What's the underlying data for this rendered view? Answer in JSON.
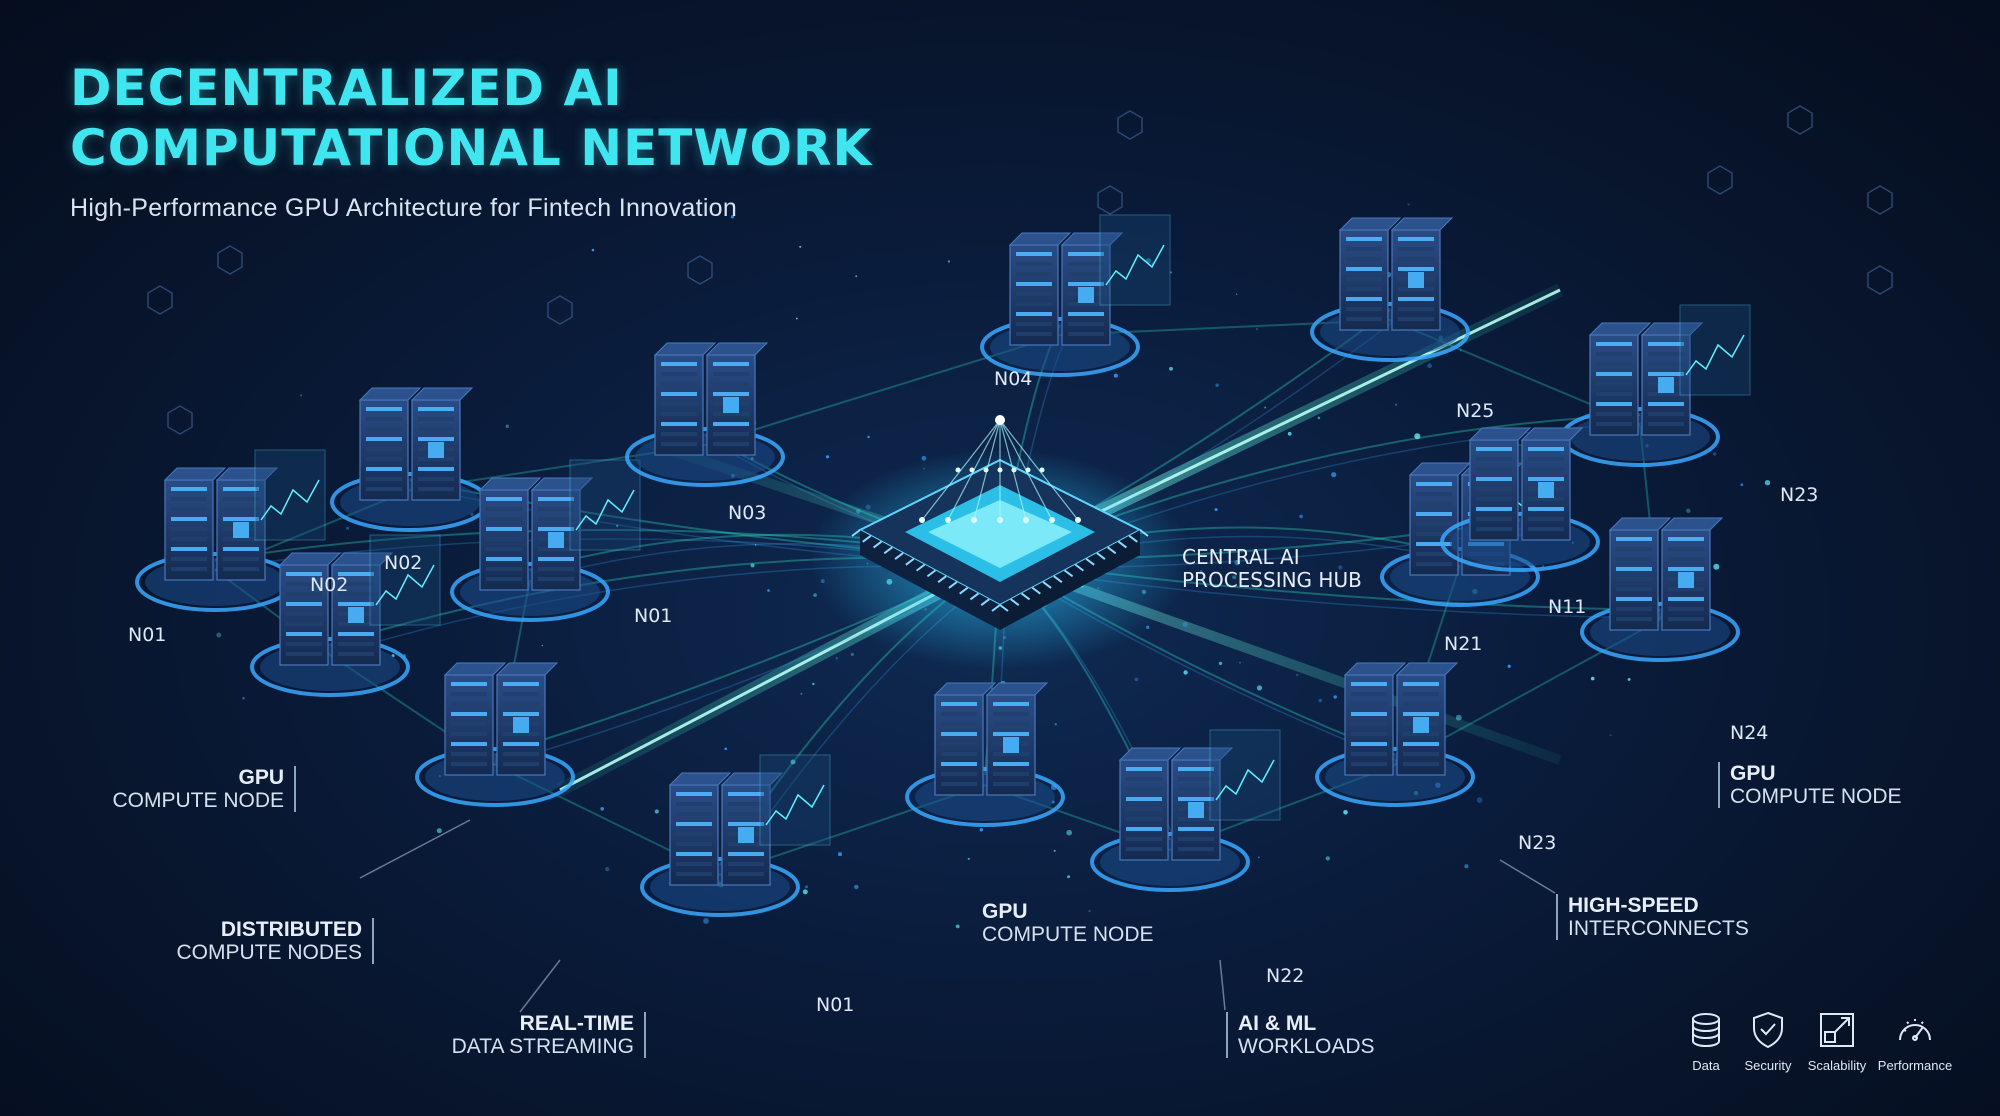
{
  "header": {
    "title": "DECENTRALIZED AI COMPUTATIONAL NETWORK",
    "subtitle": "High-Performance GPU Architecture for Fintech Innovation"
  },
  "hub": {
    "label": "CENTRAL AI PROCESSING HUB"
  },
  "node_labels": [
    "N01",
    "N02",
    "N02",
    "N01",
    "N03",
    "N04",
    "N25",
    "N23",
    "N11",
    "N21",
    "N24",
    "N23",
    "N22",
    "N01"
  ],
  "callouts": {
    "gpu_left": {
      "strong": "GPU",
      "light": "COMPUTE NODE"
    },
    "distributed": {
      "strong": "DISTRIBUTED",
      "light": "COMPUTE NODES"
    },
    "realtime": {
      "strong": "REAL-TIME",
      "light": "DATA STREAMING"
    },
    "gpu_center": {
      "strong": "GPU",
      "light": "COMPUTE NODE"
    },
    "ai_ml": {
      "strong": "AI & ML",
      "light": "WORKLOADS"
    },
    "high_speed": {
      "strong": "HIGH-SPEED",
      "light": "INTERCONNECTS"
    },
    "gpu_right": {
      "strong": "GPU",
      "light": "COMPUTE NODE"
    }
  },
  "legend": [
    {
      "icon": "database-icon",
      "label": "Data"
    },
    {
      "icon": "shield-icon",
      "label": "Security"
    },
    {
      "icon": "expand-icon",
      "label": "Scalability"
    },
    {
      "icon": "gauge-icon",
      "label": "Performance"
    }
  ],
  "colors": {
    "accent": "#3fe6f0",
    "glow": "#3aa8ff",
    "server": "#1b3562",
    "line": "#2de0c8"
  }
}
